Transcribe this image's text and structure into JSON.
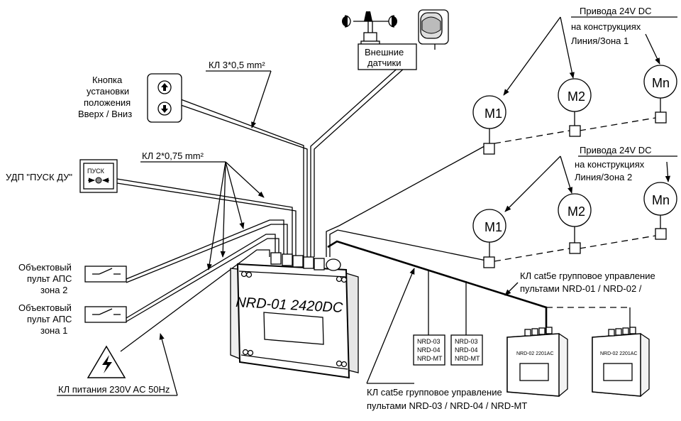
{
  "labels": {
    "button_title": [
      "Кнопка",
      "установки",
      "положения",
      "Вверх / Вниз"
    ],
    "udp": "УДП \"ПУСК ДУ\"",
    "udp_sign": "ПУСК",
    "zone2": [
      "Объектовый",
      "пульт АПС",
      "зона 2"
    ],
    "zone1": [
      "Объектовый",
      "пульт АПС",
      "зона 1"
    ],
    "cable_button": "КЛ 3*0,5 mm²",
    "cable_signals": "КЛ 2*0,75 mm²",
    "cable_power": "КЛ питания 230V AC 50Hz",
    "sensors": [
      "Внешние",
      "датчики"
    ],
    "drives1": [
      "Привода 24V DC",
      "на конструкциях",
      "Линия/Зона 1"
    ],
    "drives2": [
      "Привода 24V DC",
      "на конструкциях",
      "Линия/Зона 2"
    ],
    "main_unit": "NRD-01 2420DC",
    "cat5e_top": [
      "КЛ cat5e групповое управление",
      "пультами NRD-01 / NRD-02 /"
    ],
    "cat5e_bottom": [
      "КЛ cat5e групповое управление",
      "пультами NRD-03 / NRD-04 / NRD-MT"
    ],
    "module_a": [
      "NRD-03",
      "NRD-04",
      "NRD-MT"
    ],
    "module_b": [
      "NRD-03",
      "NRD-04",
      "NRD-MT"
    ],
    "panel_label": "NRD-02 2201AC",
    "motors": [
      "M1",
      "M2",
      "Mn"
    ]
  }
}
